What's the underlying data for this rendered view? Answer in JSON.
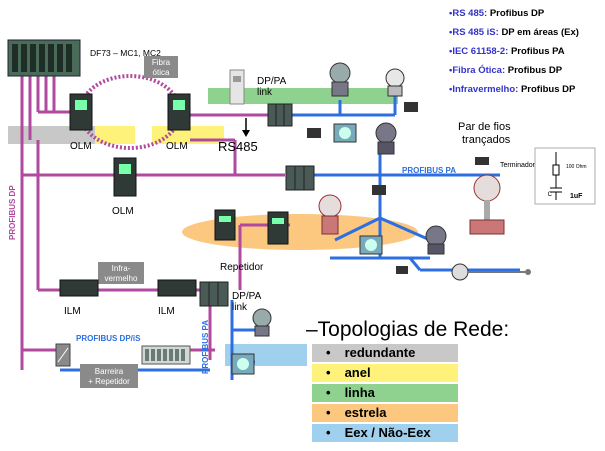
{
  "legend": [
    {
      "key": "RS 485:",
      "value": "Profibus DP"
    },
    {
      "key": "RS 485 iS:",
      "value": "DP em áreas (Ex)"
    },
    {
      "key": "IEC 61158-2:",
      "value": "Profibus PA"
    },
    {
      "key": "Fibra Ótica:",
      "value": "Profibus DP"
    },
    {
      "key": "Infravermelho:",
      "value": "Profibus DP"
    }
  ],
  "labels": {
    "df73": "DF73 – MC1, MC2",
    "fibra1": "Fibra",
    "fibra2": "ótica",
    "olm": "OLM",
    "dppa1": "DP/PA",
    "dppa2": "link",
    "rs485": "RS485",
    "par1": "Par de fios",
    "par2": "trançados",
    "terminador": "Terminador",
    "ohm": "100 Ohm",
    "cap_c": "C",
    "cap_v": "1uF",
    "profibus_pa": "PROFIBUS PA",
    "profibus_dp": "PROFIBUS DP",
    "repetidor": "Repetidor",
    "infra1": "Infra-",
    "infra2": "vermelho",
    "ilm": "ILM",
    "profibus_dpis": "PROFIBUS DP/iS",
    "barreira1": "Barreira",
    "barreira2": "+ Repetidor"
  },
  "topologies": {
    "title": "–Topologias de Rede:",
    "items": [
      {
        "label": "redundante",
        "color": "#c8c8c8"
      },
      {
        "label": "anel",
        "color": "#fff27a"
      },
      {
        "label": "linha",
        "color": "#8fd28f"
      },
      {
        "label": "estrela",
        "color": "#fcc77f"
      },
      {
        "label": "Eex / Não-Eex",
        "color": "#9fd0ee"
      }
    ]
  },
  "colors": {
    "dp_line": "#b04a9e",
    "pa_line": "#2d6fe0",
    "ring": "#b04a9e",
    "legend_key": "#3333cc"
  }
}
